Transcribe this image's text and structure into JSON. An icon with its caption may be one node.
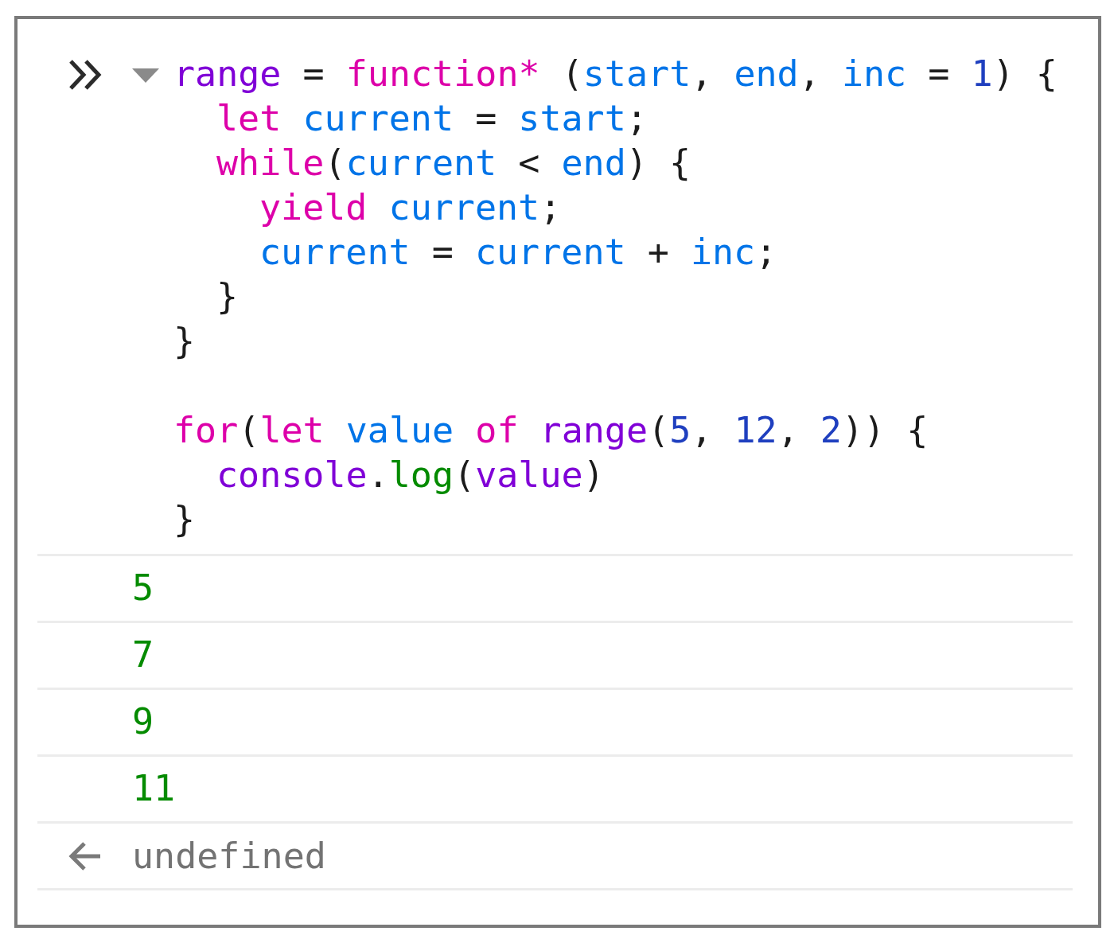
{
  "diagram": {
    "labels": [
      "range = function* (start, end, inc = 1) {",
      "let current = start;",
      "while(current < end) {",
      "yield current;",
      "current = current + inc;",
      "}",
      "}",
      "for(let value of range(5, 12, 2)) {",
      "console.log(value)",
      "}",
      "5",
      "7",
      "9",
      "11",
      "undefined"
    ]
  }
}
